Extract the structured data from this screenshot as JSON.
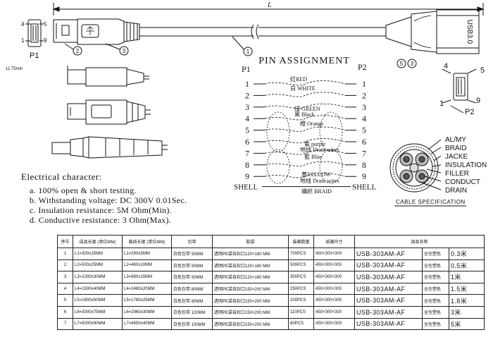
{
  "dimension": {
    "length_label": "L",
    "end_mark": "11.75min"
  },
  "plugs": {
    "p1": {
      "label": "P1",
      "pin_top": "4",
      "pin_bottom": "1",
      "pin_top_right": "5",
      "pin_bottom_right": "9"
    },
    "p2": {
      "label": "P2",
      "pin_top": "4",
      "pin_top_right": "5",
      "pin_bottom": "1",
      "pin_bottom_right": "9"
    },
    "usb_stamp": "USB3.0"
  },
  "callouts": [
    "1",
    "2",
    "3",
    "5",
    "3"
  ],
  "pin_assignment": {
    "title": "PIN ASSIGNMENT",
    "left_header": "P1",
    "right_header": "P2",
    "pins": [
      "1",
      "2",
      "3",
      "4",
      "5",
      "6",
      "7",
      "8",
      "9"
    ],
    "shell_left": "SHELL",
    "shell_right": "SHELL",
    "wires": [
      "红RED",
      "白 WHITE",
      "绿 GREEN",
      "黑 Black",
      "橙 Orange",
      "紫 purple",
      "地线 Drain wires",
      "藍 Blue",
      "黄YELLOW",
      "地线 Drain wires",
      "编织 BRAID"
    ]
  },
  "cable_spec": {
    "title": "CABLE SPECIFICATION",
    "labels": [
      "AL/MY",
      "BRAID",
      "JACKE",
      "INSULATION",
      "FILLER",
      "CONDUCT",
      "DRAIN"
    ]
  },
  "electrical": {
    "title": "Electrical character:",
    "items": [
      "a. 100% open & short testing.",
      "b. Withstanding voltage: DC 300V 0.01Sec.",
      "c. Insulation resistance: 5M Ohm(Min).",
      "d. Conductive resistance: 3 Ohm(Max)."
    ]
  },
  "table": {
    "headers": [
      "序号",
      "成品长度 (单位MM)",
      "裁线长度 (单位MM)",
      "包带",
      "胶袋",
      "装箱数量",
      "纸箱尺寸",
      "部品名称"
    ],
    "rows": [
      [
        "1",
        "L1=300±15MM",
        "L1=290±5MM",
        "白色包带 50MM",
        "透明PE袋自封口120×180 MM",
        "700PCS",
        "450×300×300",
        "USB-303AM-AF",
        "全包塑色",
        "0.3米"
      ],
      [
        "2",
        "L2=500±25MM",
        "L2=480±10MM",
        "白色包带 50MM",
        "透明PE袋自封口120×180 MM",
        "500PCS",
        "450×300×300",
        "USB-303AM-AF",
        "全包塑色",
        "0.5米"
      ],
      [
        "3",
        "L3=1000±30MM",
        "L3=980±15MM",
        "白色包带 50MM",
        "透明PE袋自封口120×180 MM",
        "300PCS",
        "450×300×300",
        "USB-303AM-AF",
        "全包塑色",
        "1米"
      ],
      [
        "4",
        "L4=1500±40MM",
        "L4=1480±20MM",
        "白色包带 80MM",
        "透明PE袋自封口150×200 MM",
        "250PCS",
        "450×300×300",
        "USB-303AM-AF",
        "全包塑色",
        "1.5米"
      ],
      [
        "5",
        "L5=1800±50MM",
        "L5=1780±25MM",
        "白色包带 80MM",
        "透明PE袋自封口150×200 MM",
        "200PCS",
        "450×300×300",
        "USB-303AM-AF",
        "全包塑色",
        "1.8米"
      ],
      [
        "6",
        "L6=3000±75MM",
        "L6=2960±30MM",
        "白色包带 120MM",
        "透明PE袋自封口150×200 MM",
        "110PCS",
        "450×300×300",
        "USB-303AM-AF",
        "全包塑色",
        "3米"
      ],
      [
        "7",
        "L7=5000±90MM",
        "L7=4950±40MM",
        "白色包带 150MM",
        "透明PE袋自封口150×200 MM",
        "80PCS",
        "450×300×300",
        "USB-303AM-AF",
        "全包塑色",
        "5米"
      ]
    ]
  }
}
